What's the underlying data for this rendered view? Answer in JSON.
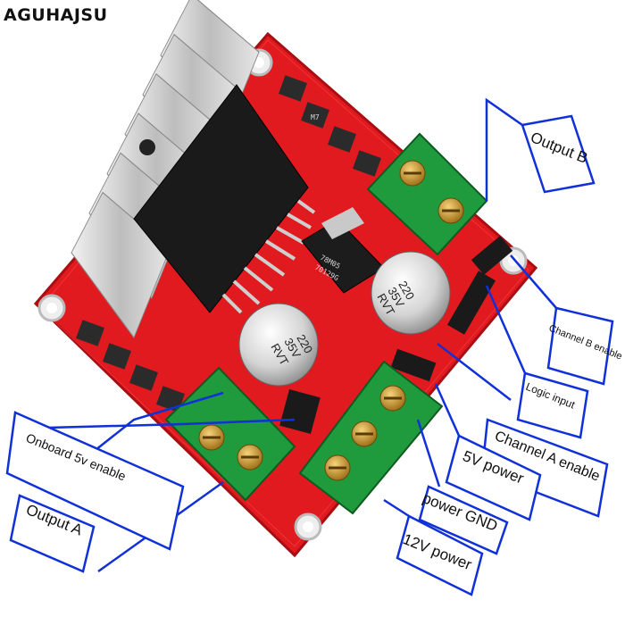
{
  "brand": "AGUHAJSU",
  "labels": {
    "output_b": "Output B",
    "channel_b_enable": "Channel B enable",
    "logic_input": "Logic input",
    "channel_a_enable": "Channel A enable",
    "five_v_power": "5V power",
    "power_gnd": "power GND",
    "twelve_v_power": "12V power",
    "onboard_5v_enable": "Onboard 5v enable",
    "output_a": "Output A"
  },
  "components": {
    "regulator_line1": "78M05",
    "regulator_line2": "70129G",
    "diode_marking": "M7",
    "cap_left": [
      "220",
      "35V",
      "RVT"
    ],
    "cap_right": [
      "220",
      "35V",
      "RVT"
    ]
  },
  "colors": {
    "pcb": "#e01a1f",
    "terminal": "#1f9a3c",
    "callout": "#1030d8",
    "heatsink": "#d9d9d9",
    "chip": "#1a1a1a"
  }
}
